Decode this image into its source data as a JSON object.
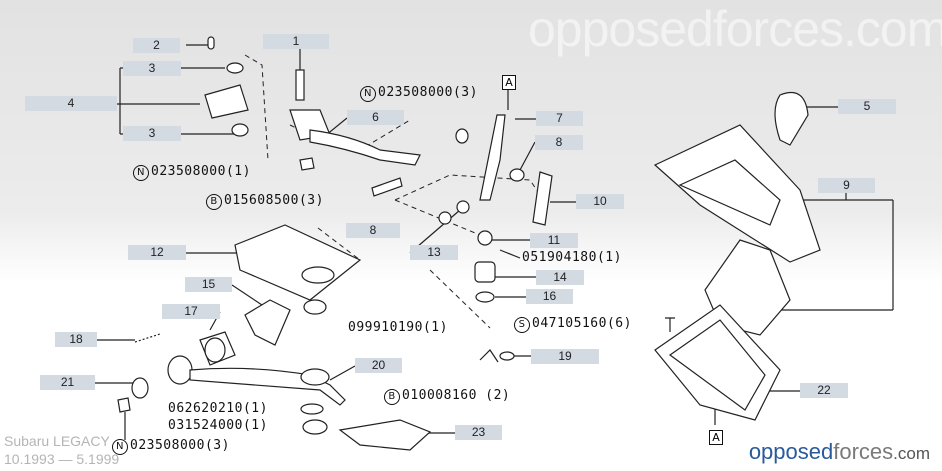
{
  "watermark": "opposedforces.com",
  "labels": {
    "l1": "1",
    "l2": "2",
    "l3a": "3",
    "l3b": "3",
    "l4": "4",
    "l5": "5",
    "l6": "6",
    "l7": "7",
    "l8a": "8",
    "l8b": "8",
    "l9": "9",
    "l10": "10",
    "l11": "11",
    "l12": "12",
    "l13": "13",
    "l14": "14",
    "l15": "15",
    "l16": "16",
    "l17": "17",
    "l18": "18",
    "l19": "19",
    "l20": "20",
    "l21": "21",
    "l22": "22",
    "l23": "23"
  },
  "part_numbers": {
    "p1": {
      "prefix": "N",
      "text": "023508000(3)"
    },
    "p2": {
      "prefix": "N",
      "text": "023508000(1)"
    },
    "p3": {
      "prefix": "B",
      "text": "015608500(3)"
    },
    "p4": {
      "prefix": "",
      "text": "051904180(1)"
    },
    "p5": {
      "prefix": "",
      "text": "099910190(1)"
    },
    "p6": {
      "prefix": "S",
      "text": "047105160(6)"
    },
    "p7": {
      "prefix": "B",
      "text": "010008160 (2)"
    },
    "p8": {
      "prefix": "",
      "text": "062620210(1)"
    },
    "p9": {
      "prefix": "",
      "text": "031524000(1)"
    },
    "p10": {
      "prefix": "N",
      "text": "023508000(3)"
    }
  },
  "ref_marks": {
    "top": "A",
    "bottom": "A"
  },
  "footer": {
    "model": "Subaru LEGACY",
    "years": "10.1993 — 5.1999"
  },
  "logo": {
    "part1": "opposed",
    "part2": "forces",
    "part3": ".com"
  }
}
